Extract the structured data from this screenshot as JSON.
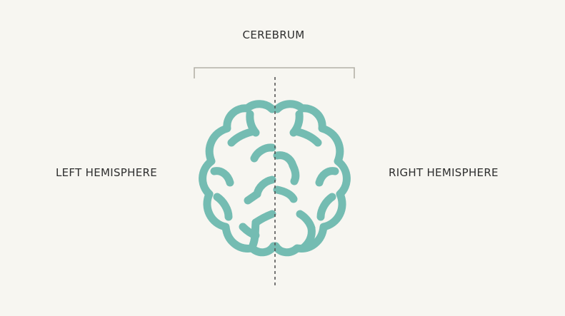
{
  "diagram": {
    "title": "CEREBRUM",
    "left_label": "LEFT HEMISPHERE",
    "right_label": "RIGHT HEMISPHERE",
    "colors": {
      "brain_stroke": "#74bcb2",
      "bracket": "#b4b1a8",
      "divider": "#555555",
      "text": "#2e2e2e",
      "background": "#f7f6f1"
    },
    "icons": {
      "brain": "brain-icon"
    }
  }
}
